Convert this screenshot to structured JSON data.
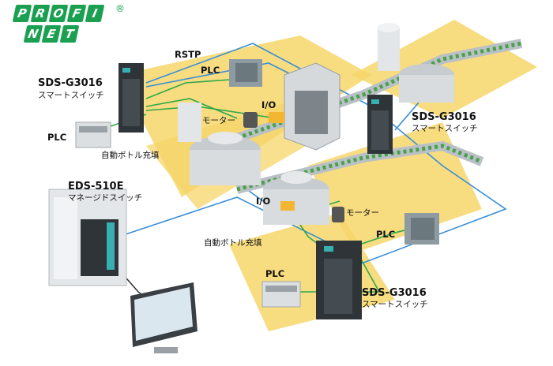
{
  "logo": {
    "row1": [
      "P",
      "R",
      "O",
      "F",
      "I"
    ],
    "row2": [
      "N",
      "E",
      "T"
    ],
    "reg_mark": "®"
  },
  "labels": {
    "rstp": "RSTP",
    "plc_top": "PLC",
    "io_top": "I/O",
    "motor_top": "モーター",
    "sds_left_model": "SDS-G3016",
    "sds_left_desc": "スマートスイッチ",
    "plc_left": "PLC",
    "auto_fill_1": "自動ボトル充填",
    "sds_right_model": "SDS-G3016",
    "sds_right_desc": "スマートスイッチ",
    "eds_model": "EDS-510E",
    "eds_desc": "マネージドスイッチ",
    "io_mid": "I/O",
    "motor_mid": "モーター",
    "plc_right": "PLC",
    "auto_fill_2": "自動ボトル充填",
    "plc_bottom": "PLC",
    "sds_bottom_model": "SDS-G3016",
    "sds_bottom_desc": "スマートスイッチ"
  },
  "colors": {
    "ethernet": "#3a8fd6",
    "fieldbus": "#2fa84a",
    "serial": "#222222",
    "floor": "#f6d66a",
    "logo": "#1aa050"
  }
}
